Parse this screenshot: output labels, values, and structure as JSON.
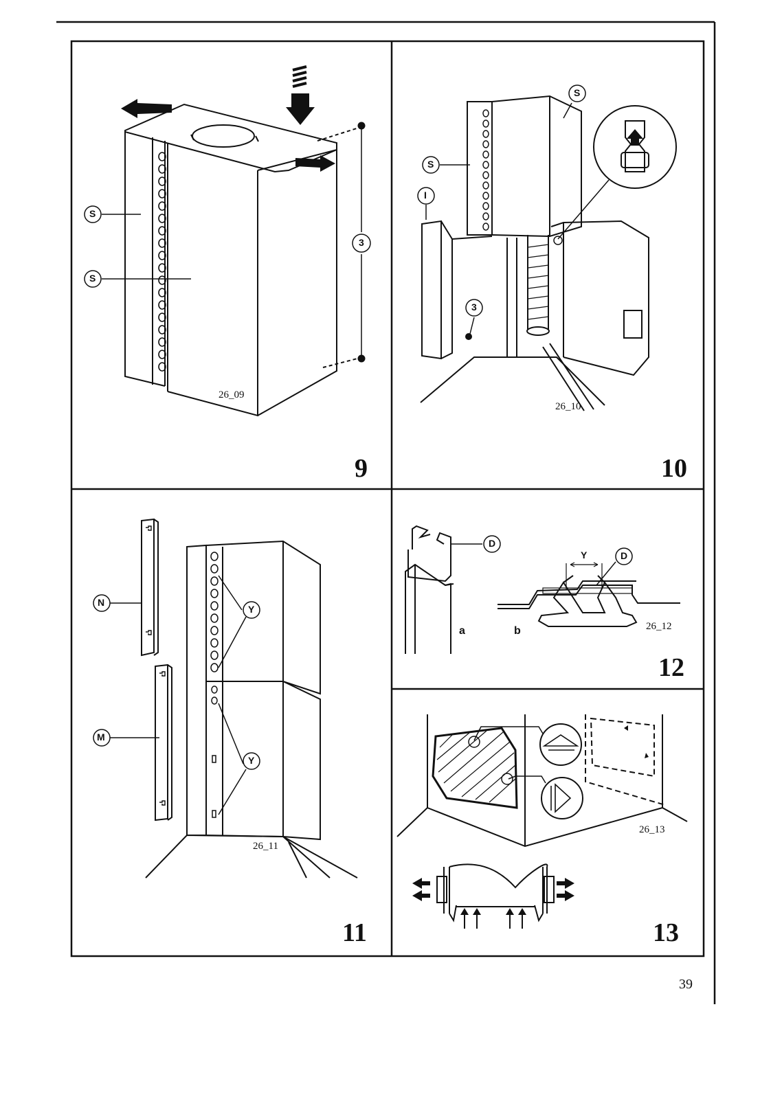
{
  "page_number": "39",
  "figures": [
    {
      "number": "9",
      "code": "26_09",
      "labels": {
        "s1": "S",
        "s2": "S",
        "screw": "3"
      }
    },
    {
      "number": "10",
      "code": "26_10",
      "labels": {
        "s1": "S",
        "s2": "S",
        "i": "I",
        "screw": "3"
      }
    },
    {
      "number": "11",
      "code": "26_11",
      "labels": {
        "n": "N",
        "m": "M",
        "y1": "Y",
        "y2": "Y"
      }
    },
    {
      "number": "12",
      "code": "26_12",
      "labels": {
        "d1": "D",
        "d2": "D",
        "y": "Y",
        "a": "a",
        "b": "b"
      }
    },
    {
      "number": "13",
      "code": "26_13"
    }
  ]
}
